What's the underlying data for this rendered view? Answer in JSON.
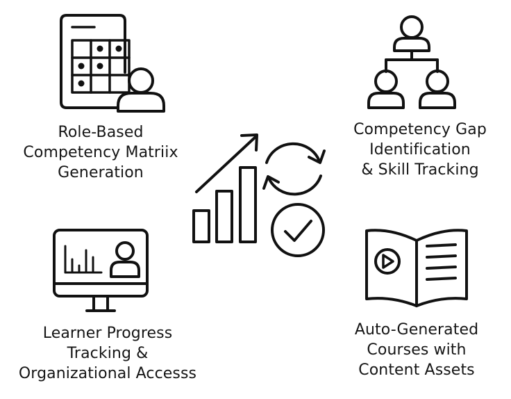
{
  "colors": {
    "stroke": "#111111",
    "background": "#ffffff"
  },
  "features": [
    {
      "id": "matrix",
      "icon": "competency-matrix-person-icon",
      "lines": [
        "Role-Based",
        "Competency Matriix",
        "Generation"
      ]
    },
    {
      "id": "gap",
      "icon": "org-hierarchy-people-icon",
      "lines": [
        "Competency Gap",
        "Identification",
        "& Skill Tracking"
      ]
    },
    {
      "id": "learner",
      "icon": "monitor-chart-person-icon",
      "lines": [
        "Learner Progress",
        "Tracking &",
        "Organizational Accesss"
      ]
    },
    {
      "id": "courses",
      "icon": "open-book-video-icon",
      "lines": [
        "Auto-Generated",
        "Courses with",
        "Content Assets"
      ]
    }
  ],
  "center": {
    "icons": [
      "growth-bar-chart-icon",
      "refresh-cycle-icon",
      "checkmark-circle-icon"
    ]
  }
}
